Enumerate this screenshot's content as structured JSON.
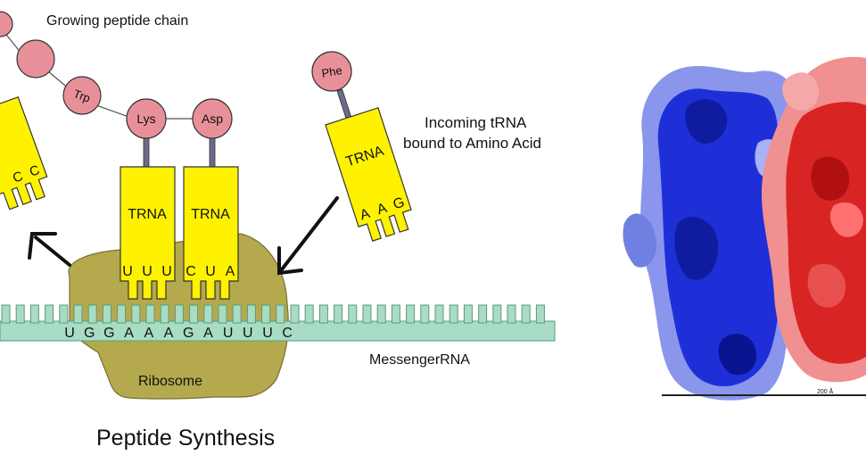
{
  "diagram": {
    "title": "Peptide Synthesis",
    "labels": {
      "growing_chain": "Growing peptide chain",
      "incoming_line1": "Incoming  tRNA",
      "incoming_line2": "bound to Amino Acid",
      "mrna": "MessengerRNA",
      "ribosome": "Ribosome",
      "scale": "200 Å"
    },
    "amino_acids": {
      "trp": "Trp",
      "lys": "Lys",
      "asp": "Asp",
      "phe": "Phe"
    },
    "trna_label": "TRNA",
    "mrna_sequence": [
      "U",
      "G",
      "G",
      "A",
      "A",
      "A",
      "G",
      "A",
      "U",
      "U",
      "U",
      "C"
    ],
    "trna_left": {
      "label": "TRNA",
      "anticodon": [
        "U",
        "U",
        "U"
      ]
    },
    "trna_middle": {
      "label": "TRNA",
      "anticodon": [
        "C",
        "U",
        "A"
      ]
    },
    "trna_incoming": {
      "label": "TRNA",
      "anticodon": [
        "A",
        "A",
        "G"
      ]
    },
    "trna_exiting": {
      "anticodon": [
        "C",
        "C"
      ]
    },
    "colors": {
      "amino_acid": "#e8909a",
      "trna": "#fff200",
      "mrna": "#a8dcc4",
      "ribosome": "#b5a94e",
      "subunit_blue": "#1f2fd8",
      "subunit_red": "#d92424"
    }
  }
}
